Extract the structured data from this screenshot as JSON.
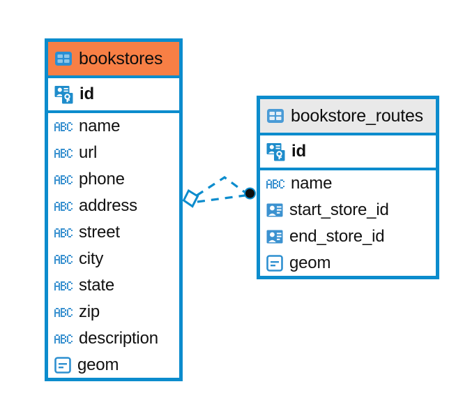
{
  "diagram": {
    "type": "entity-relationship-diagram",
    "background": "#ffffff",
    "accent_color": "#0c8ccd",
    "highlight_color": "#f87f45",
    "header_color": "#e9e9e9"
  },
  "entities": [
    {
      "name": "bookstores",
      "header_style": "accent",
      "table_icon": "table-icon",
      "fields": [
        {
          "name": "id",
          "icon": "primary-key-icon",
          "type_hint": "key",
          "primary": true
        },
        {
          "name": "name",
          "icon": "abc-text-icon",
          "type_hint": "text",
          "primary": false
        },
        {
          "name": "url",
          "icon": "abc-text-icon",
          "type_hint": "text",
          "primary": false
        },
        {
          "name": "phone",
          "icon": "abc-text-icon",
          "type_hint": "text",
          "primary": false
        },
        {
          "name": "address",
          "icon": "abc-text-icon",
          "type_hint": "text",
          "primary": false
        },
        {
          "name": "street",
          "icon": "abc-text-icon",
          "type_hint": "text",
          "primary": false
        },
        {
          "name": "city",
          "icon": "abc-text-icon",
          "type_hint": "text",
          "primary": false
        },
        {
          "name": "state",
          "icon": "abc-text-icon",
          "type_hint": "text",
          "primary": false
        },
        {
          "name": "zip",
          "icon": "abc-text-icon",
          "type_hint": "text",
          "primary": false
        },
        {
          "name": "description",
          "icon": "abc-text-icon",
          "type_hint": "text",
          "primary": false
        },
        {
          "name": "geom",
          "icon": "geometry-icon",
          "type_hint": "geom",
          "primary": false
        }
      ]
    },
    {
      "name": "bookstore_routes",
      "header_style": "plain",
      "table_icon": "table-icon",
      "fields": [
        {
          "name": "id",
          "icon": "primary-key-icon",
          "type_hint": "key",
          "primary": true
        },
        {
          "name": "name",
          "icon": "abc-text-icon",
          "type_hint": "text",
          "primary": false
        },
        {
          "name": "start_store_id",
          "icon": "foreign-key-icon",
          "type_hint": "ref",
          "primary": false
        },
        {
          "name": "end_store_id",
          "icon": "foreign-key-icon",
          "type_hint": "ref",
          "primary": false
        },
        {
          "name": "geom",
          "icon": "geometry-icon",
          "type_hint": "geom",
          "primary": false
        }
      ]
    }
  ],
  "relationship": {
    "source_marker": "diamond-marker",
    "target_marker": "filled-circle-marker",
    "line_style": "dashed",
    "line_color": "#0c8ccd"
  }
}
